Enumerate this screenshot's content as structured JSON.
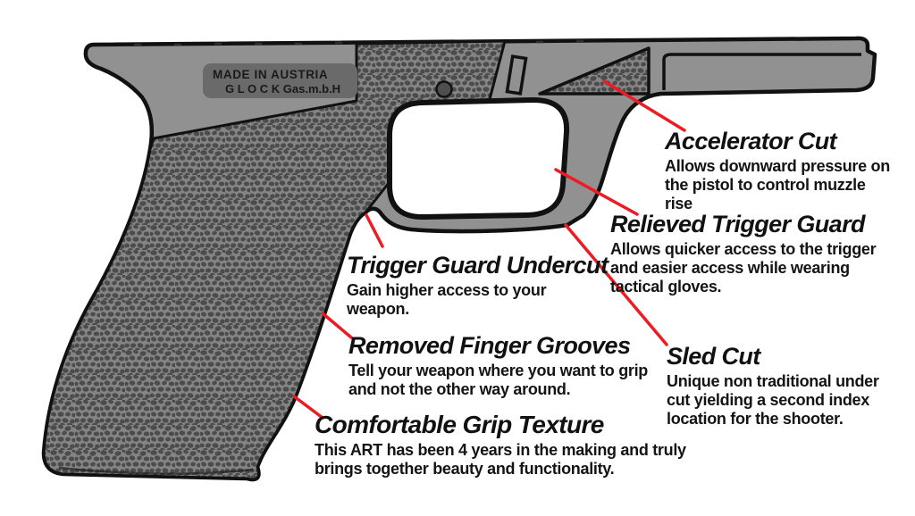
{
  "diagram": {
    "subject": "Glock pistol frame feature diagram",
    "frame_label": {
      "line1": "MADE IN AUSTRIA",
      "line2": "G L O C K    Gas.m.b.H"
    },
    "colors": {
      "frame_gray": "#919191",
      "texture_background": "#858585",
      "texture_pebble": "#4c4c4c",
      "outline_black": "#111111",
      "label_background": "#6a6a6a",
      "callout_red": "#ed1c24",
      "page_background": "#ffffff"
    },
    "annotations": [
      {
        "id": "accelerator-cut",
        "title": "Accelerator Cut",
        "desc_lines": [
          "Allows downward pressure on",
          "the pistol to control muzzle",
          "rise"
        ]
      },
      {
        "id": "relieved-trigger-guard",
        "title": "Relieved Trigger Guard",
        "desc_lines": [
          "Allows quicker access to the trigger",
          "and easier access while wearing",
          "tactical gloves."
        ]
      },
      {
        "id": "trigger-guard-undercut",
        "title": "Trigger Guard Undercut",
        "desc_lines": [
          "Gain higher access to your",
          "weapon."
        ]
      },
      {
        "id": "removed-finger-grooves",
        "title": "Removed Finger Grooves",
        "desc_lines": [
          "Tell your weapon where you want to grip",
          "and not the other way around."
        ]
      },
      {
        "id": "sled-cut",
        "title": "Sled Cut",
        "desc_lines": [
          "Unique non traditional under",
          "cut yielding a second index",
          "location for the shooter."
        ]
      },
      {
        "id": "comfortable-grip-texture",
        "title": "Comfortable Grip Texture",
        "desc_lines": [
          "This ART has been 4 years in the making and truly",
          "brings together beauty and functionality."
        ]
      }
    ]
  }
}
